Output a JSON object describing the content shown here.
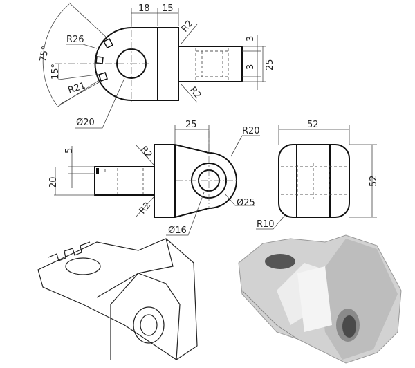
{
  "top_view": {
    "dim_18": "18",
    "dim_15": "15",
    "r2_top": "R2",
    "r2_bottom": "R2",
    "dim_3a": "3",
    "dim_3b": "3",
    "dim_25": "25",
    "r26": "R26",
    "r21": "R21",
    "angle_75": "75°",
    "angle_15": "15°",
    "dia_20": "Ø20"
  },
  "front_view": {
    "dim_25": "25",
    "r20": "R20",
    "r2_top": "R2",
    "r2_bottom": "R2",
    "dim_5": "5",
    "dim_20": "20",
    "dia_25": "Ø25",
    "dia_16": "Ø16"
  },
  "side_view": {
    "width_52": "52",
    "height_52": "52",
    "r10": "R10"
  },
  "colors": {
    "line": "#111111",
    "shade": "#c8c8c8"
  }
}
